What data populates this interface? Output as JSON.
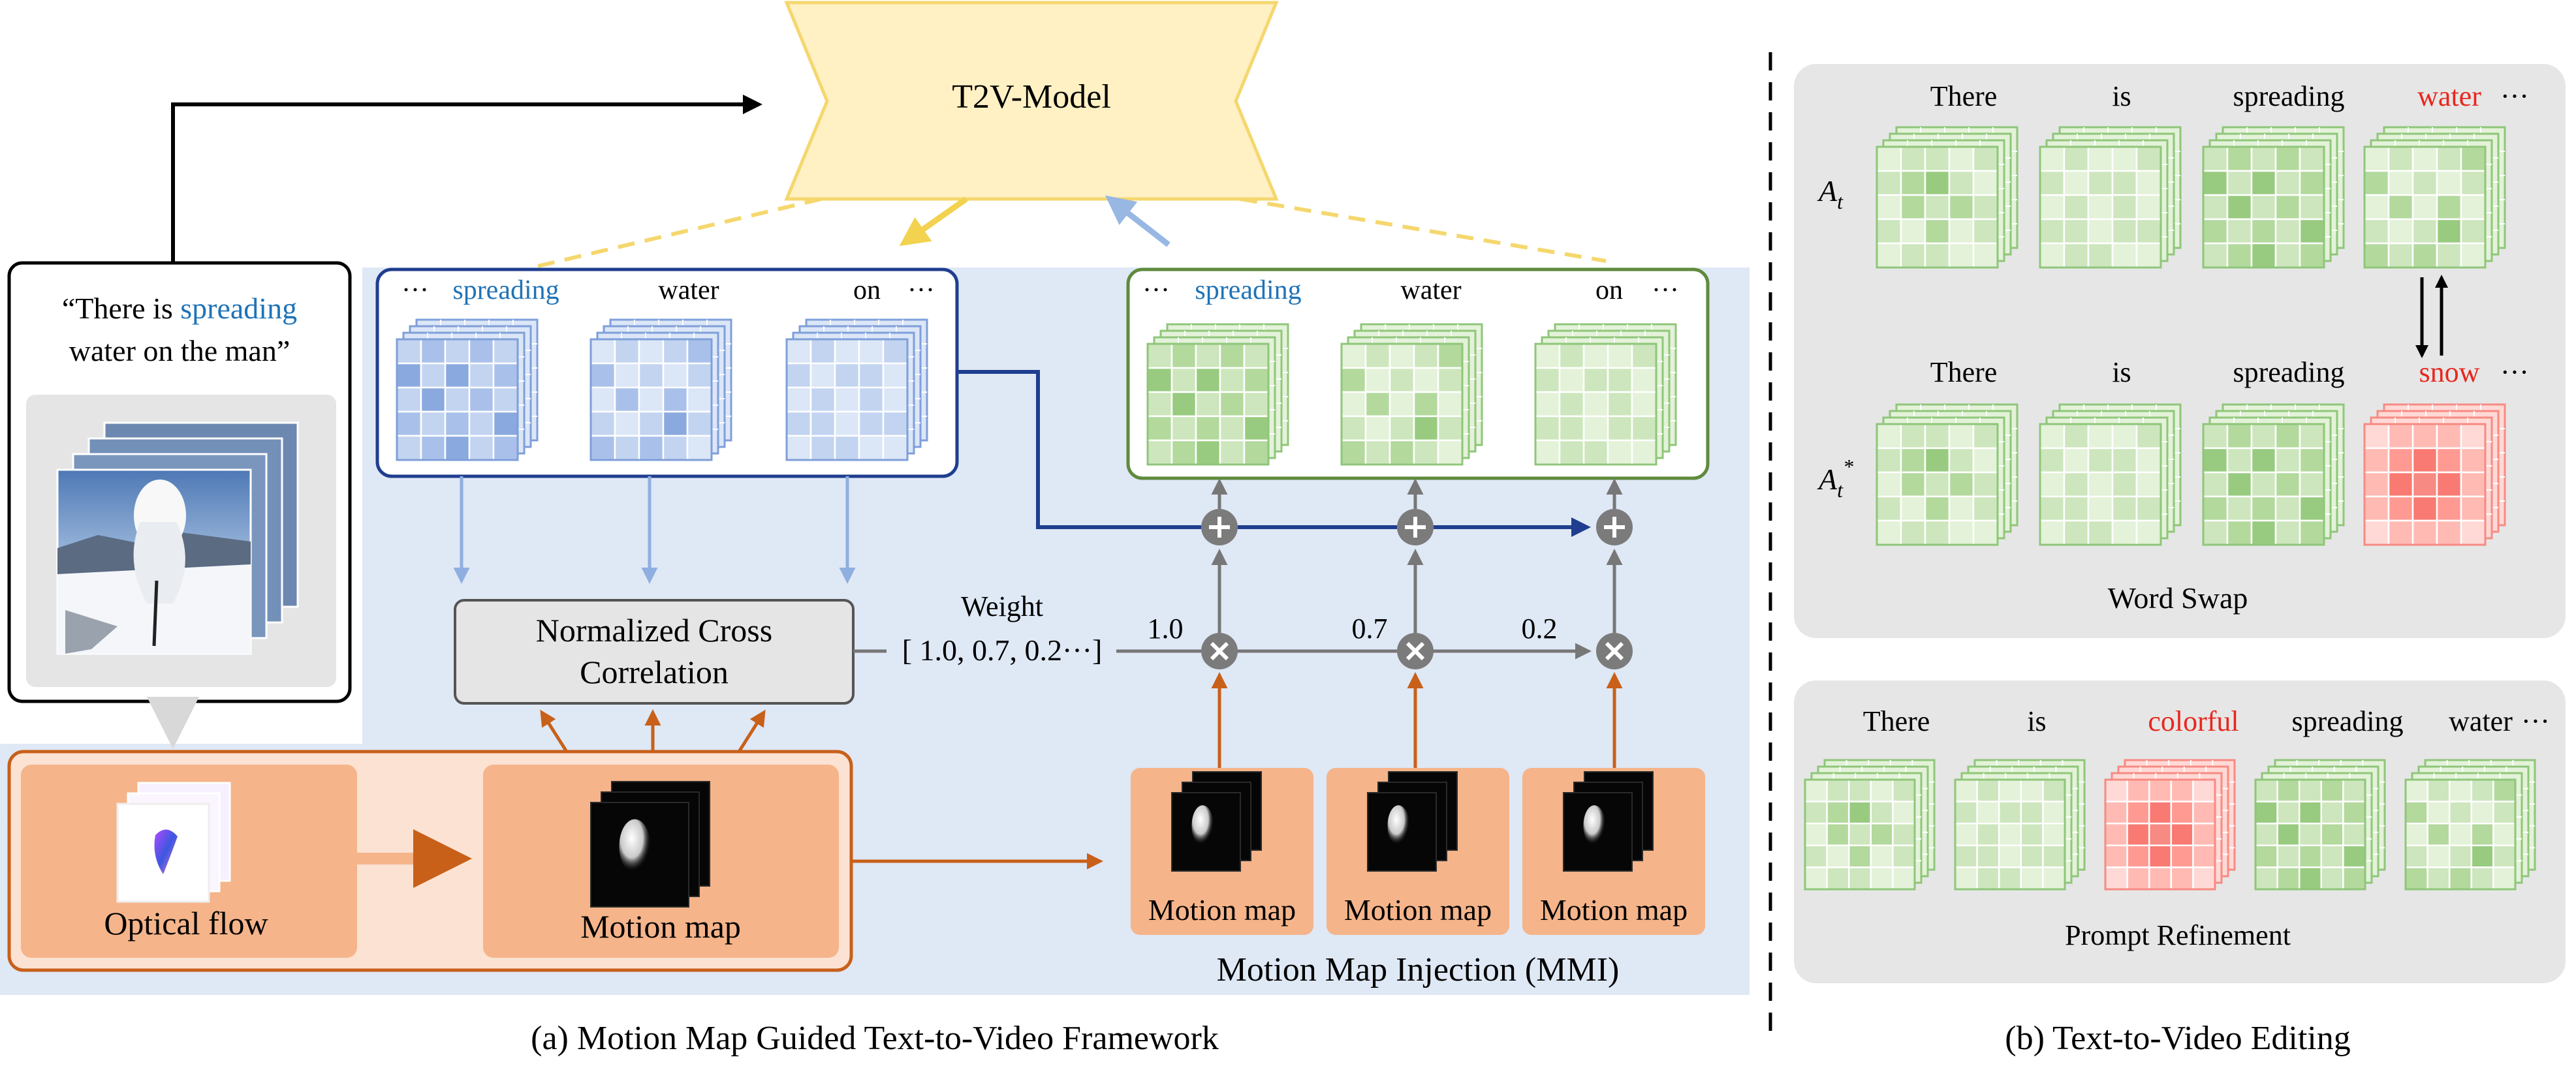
{
  "panel_a": {
    "model_label": "T2V-Model",
    "prompt": {
      "open_quote": "“There is ",
      "highlight": "spreading",
      "line2": "water on the man”"
    },
    "tokens_left": [
      "spreading",
      "water",
      "on"
    ],
    "tokens_right": [
      "spreading",
      "water",
      "on"
    ],
    "ellipsis": "···",
    "ncc_line1": "Normalized Cross",
    "ncc_line2": "Correlation",
    "weight_title": "Weight",
    "weight_values": "[ 1.0, 0.7, 0.2···]",
    "weights": [
      "1.0",
      "0.7",
      "0.2"
    ],
    "optical_flow_label": "Optical flow",
    "motion_map_label": "Motion map",
    "mmi_title": "Motion Map Injection (MMI)",
    "caption": "(a) Motion Map Guided Text-to-Video Framework"
  },
  "panel_b": {
    "word_swap": {
      "tokens_top": [
        "There",
        "is",
        "spreading",
        "water"
      ],
      "tokens_bottom": [
        "There",
        "is",
        "spreading",
        "snow"
      ],
      "ellipsis": "···",
      "label_a": "A",
      "label_a_sub": "t",
      "label_a_sup": "*",
      "title": "Word Swap"
    },
    "refinement": {
      "tokens": [
        "There",
        "is",
        "colorful",
        "spreading",
        "water"
      ],
      "ellipsis": "···",
      "title": "Prompt Refinement"
    },
    "caption": "(b) Text-to-Video Editing"
  },
  "colors": {
    "token_blue": "#1f73b7",
    "token_red": "#e8271e",
    "model_fill": "#fff1c4",
    "model_stroke": "#f5d76e",
    "panel_bg": "#dfe8f5",
    "orange": "#f5b48a",
    "orange_dark": "#c8601a",
    "green_stroke": "#5f8a3c",
    "navy": "#1f3e8f",
    "gray_node": "#7b7b7b"
  }
}
